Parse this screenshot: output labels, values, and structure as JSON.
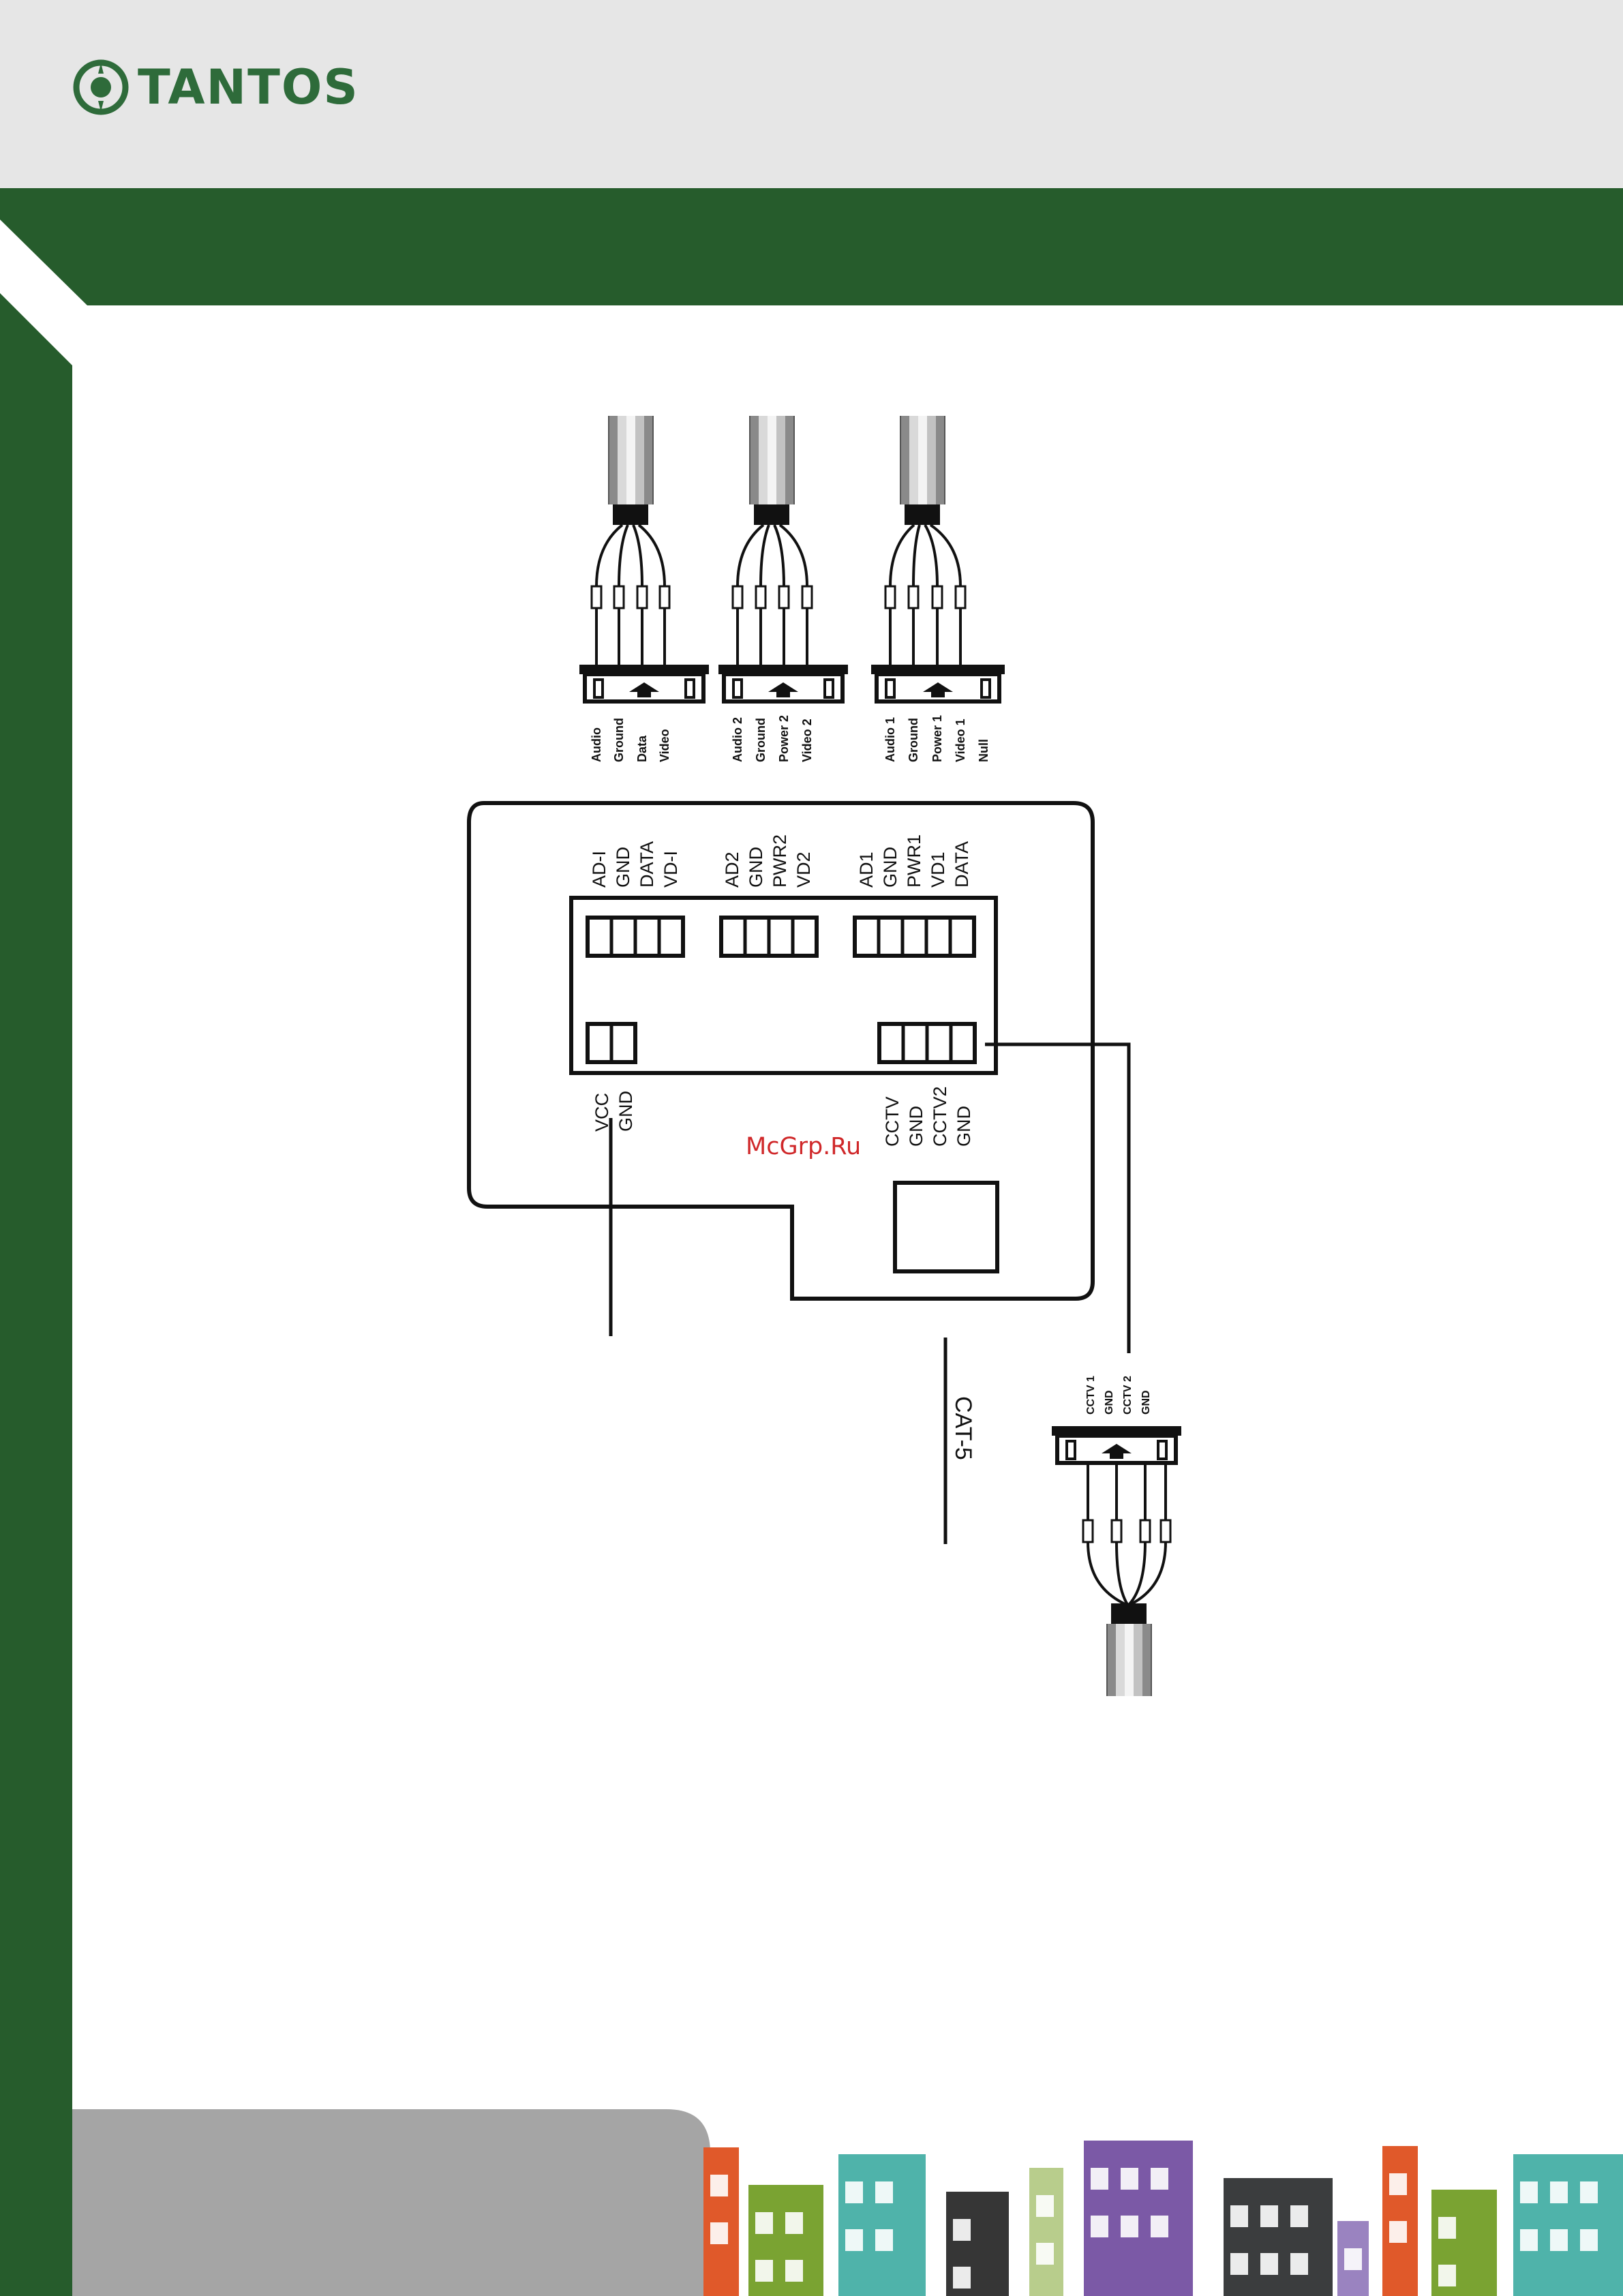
{
  "brand": {
    "name": "TANTOS"
  },
  "watermark": "McGrp.Ru",
  "colors": {
    "brand_green": "#265c2c",
    "header_gray": "#e6e6e6",
    "logo_green": "#2e6b3a"
  },
  "connectors_top": [
    {
      "pins": [
        "Audio",
        "Ground",
        "Data",
        "Video"
      ]
    },
    {
      "pins": [
        "Audio 2",
        "Ground",
        "Power 2",
        "Video 2"
      ]
    },
    {
      "pins": [
        "Audio 1",
        "Ground",
        "Power 1",
        "Video 1",
        "Null"
      ]
    }
  ],
  "board": {
    "terminal_groups": [
      {
        "labels": [
          "AD-I",
          "GND",
          "DATA",
          "VD-I"
        ]
      },
      {
        "labels": [
          "AD2",
          "GND",
          "PWR2",
          "VD2"
        ]
      },
      {
        "labels": [
          "AD1",
          "GND",
          "PWR1",
          "VD1",
          "DATA"
        ]
      }
    ],
    "power_labels": [
      "VCC",
      "GND"
    ],
    "cctv_labels": [
      "CCTV",
      "GND",
      "CCTV2",
      "GND"
    ]
  },
  "cable_label": "CAT-5",
  "connector_bottom": {
    "pins": [
      "CCTV 1",
      "GND",
      "CCTV 2",
      "GND"
    ]
  }
}
